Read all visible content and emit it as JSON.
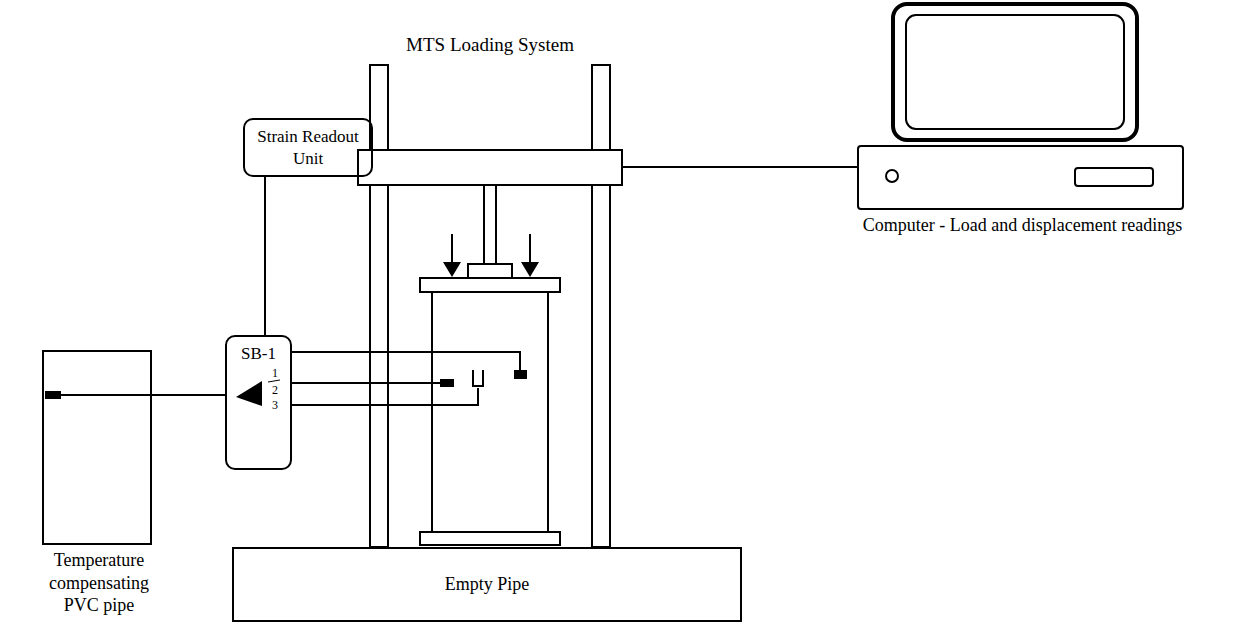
{
  "diagram": {
    "nodes": [
      {
        "text": [
          "Strain Readout Unit"
        ]
      },
      {
        "text": [
          "Computer - Load and displacement readings"
        ]
      },
      {
        "text": [
          "SB-1"
        ]
      },
      {
        "text": [
          "Temperature compensating PVC pipe"
        ]
      },
      {
        "text": [
          "Empty Pipe"
        ]
      }
    ],
    "edges": [
      {
        "from": 0,
        "to": 2,
        "arrow": "none"
      },
      {
        "from": 3,
        "to": 2,
        "arrow": "none"
      }
    ],
    "labels": [
      "MTS Loading System",
      "1",
      "2",
      "3"
    ]
  }
}
